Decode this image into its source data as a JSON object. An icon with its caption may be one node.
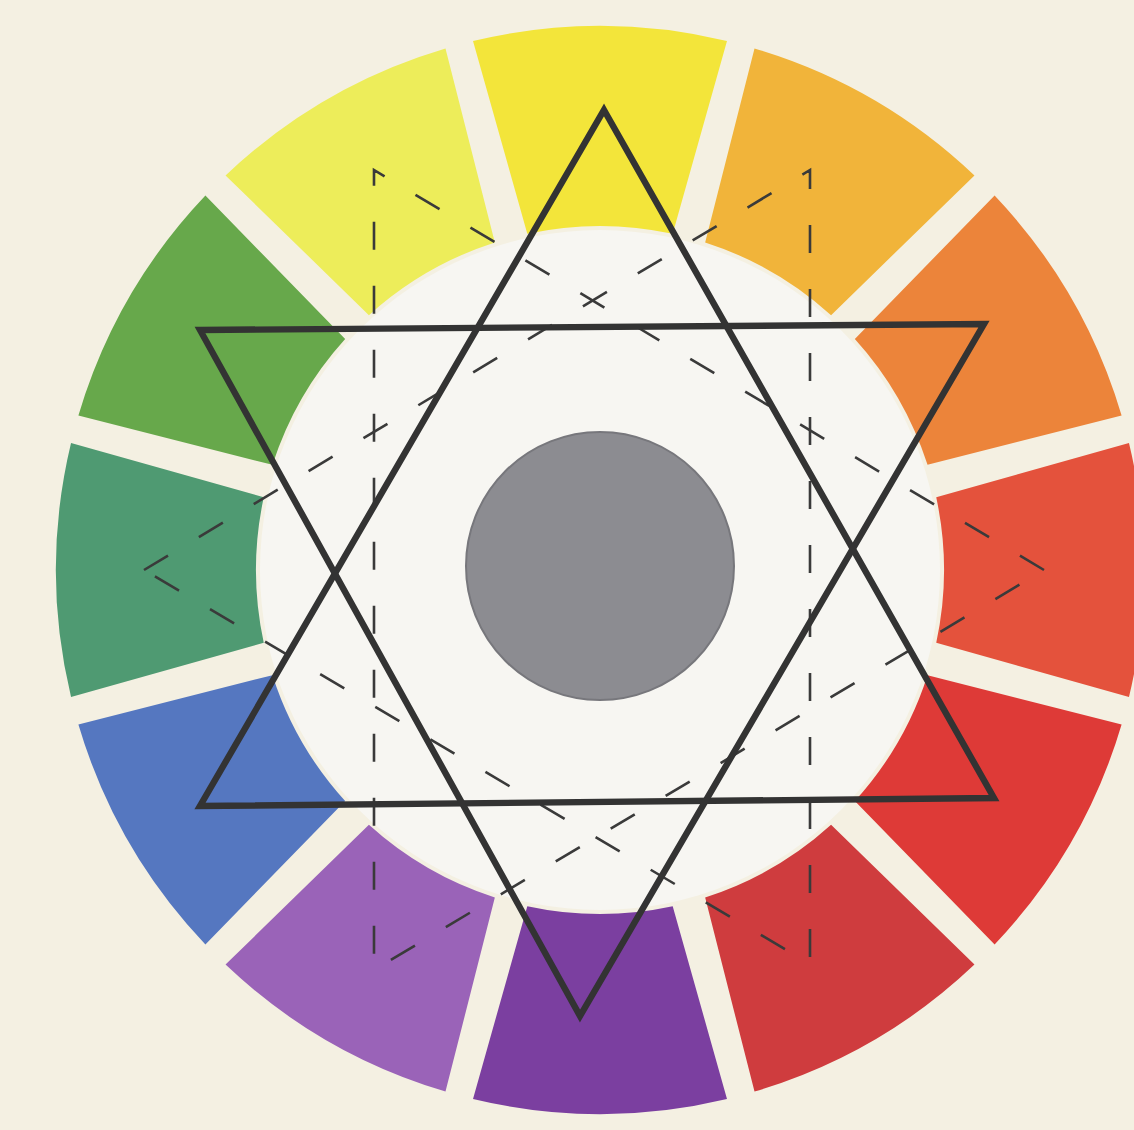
{
  "diagram": {
    "nodes": [
      {
        "text": [],
        "shape": "sector"
      },
      {
        "text": [],
        "shape": "sector"
      },
      {
        "text": [],
        "shape": "sector"
      },
      {
        "text": [],
        "shape": "sector"
      },
      {
        "text": [],
        "shape": "sector"
      },
      {
        "text": [],
        "shape": "sector"
      },
      {
        "text": [],
        "shape": "sector"
      },
      {
        "text": [],
        "shape": "sector"
      },
      {
        "text": [],
        "shape": "sector"
      },
      {
        "text": [],
        "shape": "sector"
      },
      {
        "text": [],
        "shape": "sector"
      },
      {
        "text": [],
        "shape": "sector"
      },
      {
        "text": [],
        "shape": "circle"
      }
    ]
  }
}
